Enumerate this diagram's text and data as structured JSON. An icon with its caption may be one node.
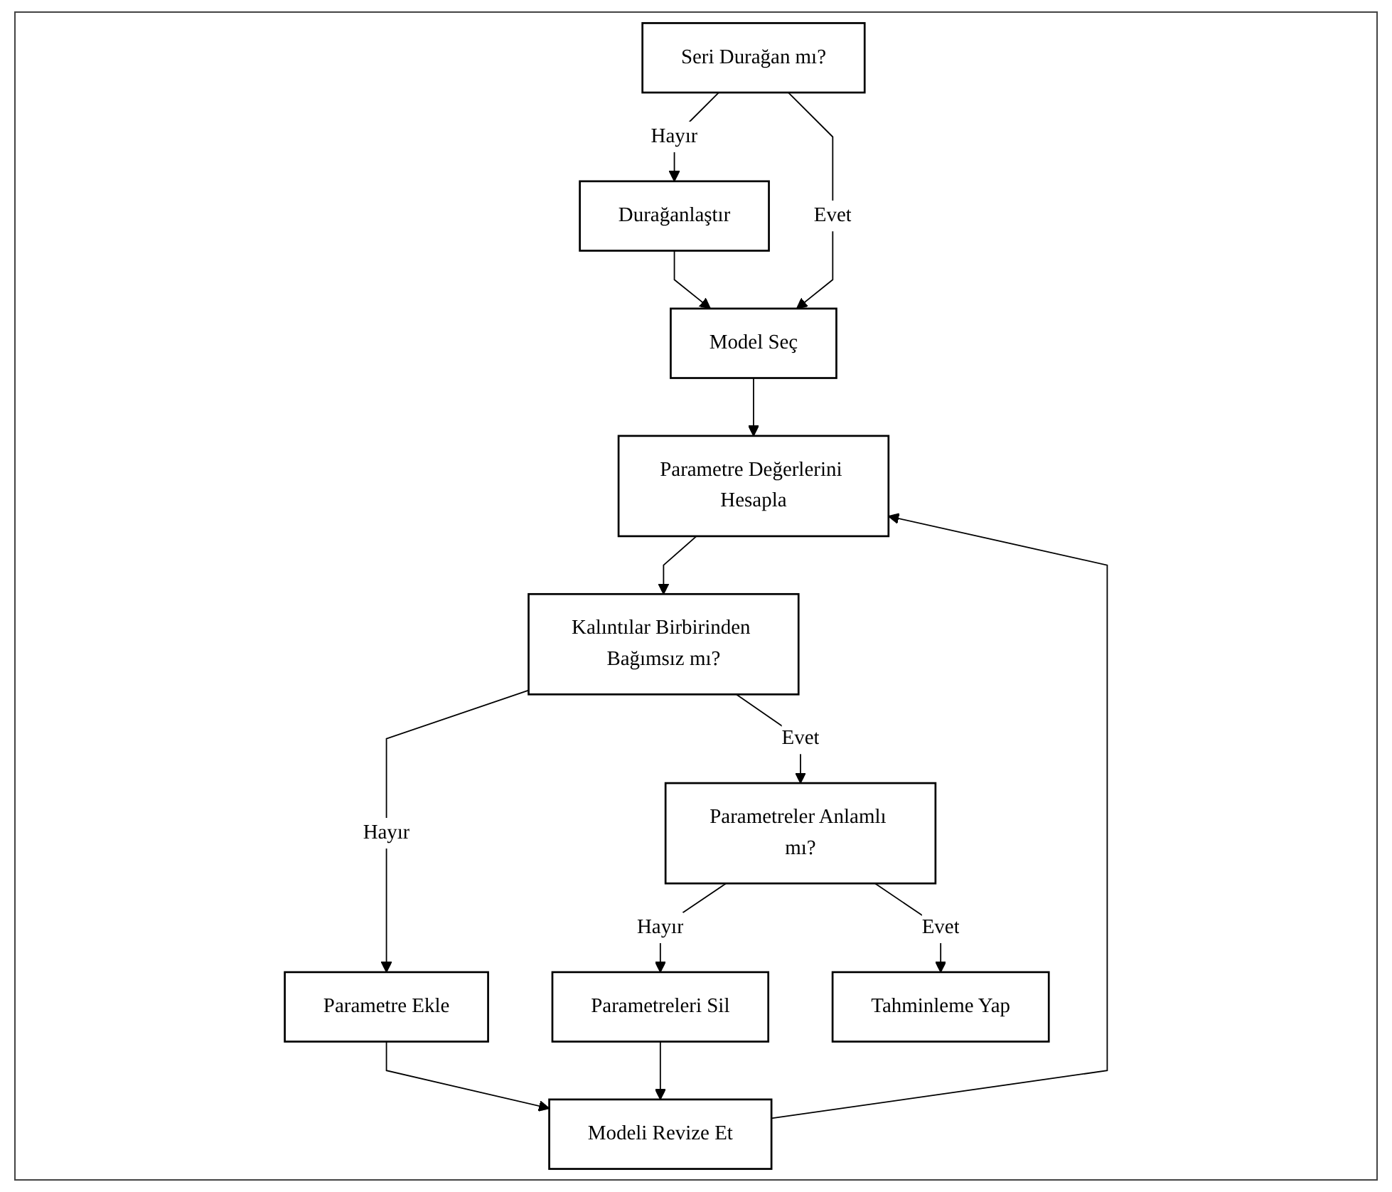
{
  "diagram": {
    "nodes": [
      {
        "text": [
          "Seri Durağan mı?"
        ]
      },
      {
        "text": [
          "Durağanlaştır"
        ]
      },
      {
        "text": [
          "Model Seç"
        ]
      },
      {
        "text": [
          "Modeli Revize Et"
        ]
      },
      {
        "text": [
          "Parametre Değerlerini Hesapla"
        ]
      },
      {
        "text": [
          "Kalıntılar Birbirinden Bağımsız mı?"
        ]
      },
      {
        "text": [
          "Parametre Ekle"
        ]
      },
      {
        "text": [
          "Parametreler Anlamlı mı?"
        ]
      },
      {
        "text": [
          "Parametreleri Sil"
        ]
      },
      {
        "text": [
          "Tahminleme Yap"
        ]
      }
    ],
    "edges": [
      {
        "from": 0,
        "to": 1,
        "arrow": "to",
        "label": "Hayır"
      },
      {
        "from": 1,
        "to": 2,
        "arrow": "to"
      },
      {
        "from": 0,
        "to": 2,
        "arrow": "to",
        "label": "Evet"
      },
      {
        "from": 2,
        "to": 4,
        "arrow": "to"
      },
      {
        "from": 3,
        "to": 4,
        "arrow": "to"
      },
      {
        "from": 4,
        "to": 5,
        "arrow": "to"
      },
      {
        "from": 5,
        "to": 6,
        "arrow": "to",
        "label": "Hayır"
      },
      {
        "from": 6,
        "to": 3,
        "arrow": "to"
      },
      {
        "from": 5,
        "to": 7,
        "arrow": "to",
        "label": "Evet"
      },
      {
        "from": 7,
        "to": 8,
        "arrow": "to",
        "label": "Hayır"
      },
      {
        "from": 8,
        "to": 3,
        "arrow": "to"
      },
      {
        "from": 7,
        "to": 9,
        "arrow": "to",
        "label": "Evet"
      }
    ]
  }
}
